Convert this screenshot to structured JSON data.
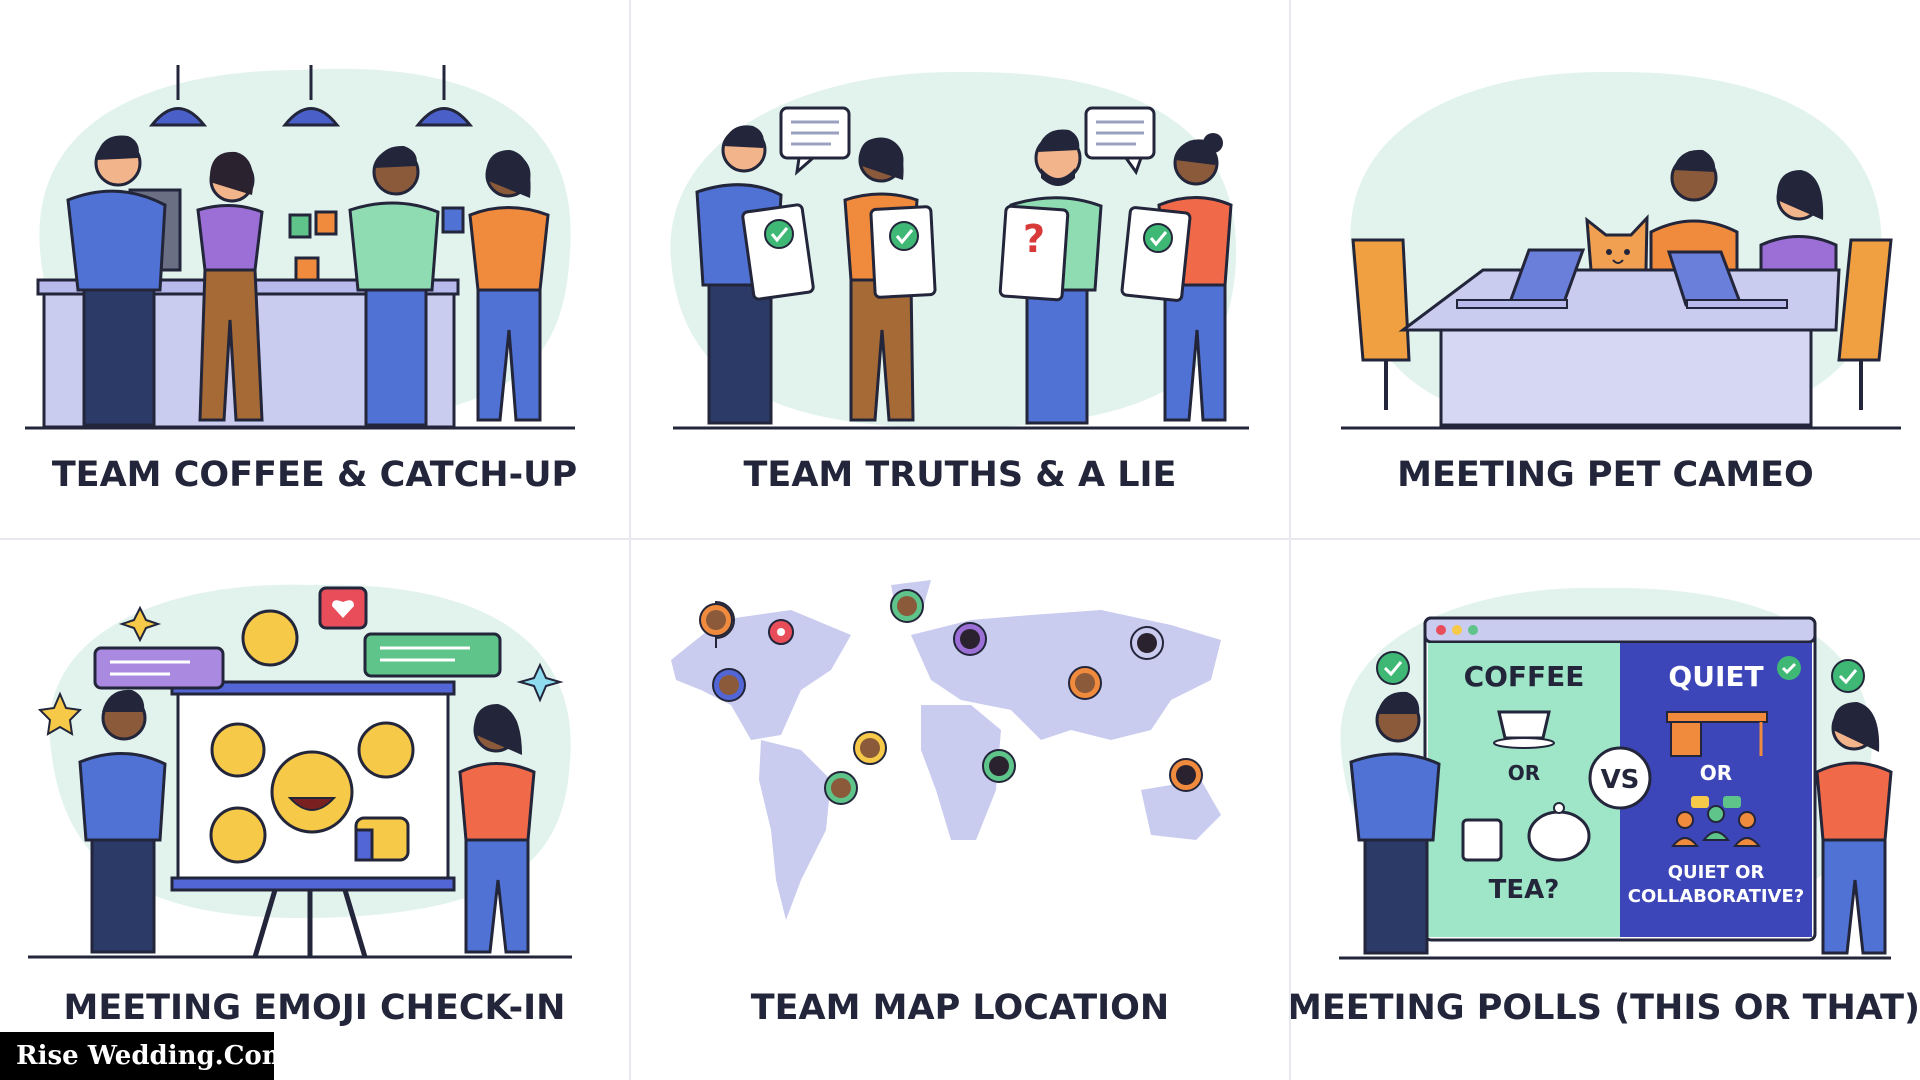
{
  "panels": [
    {
      "caption": "TEAM COFFEE & CATCH-UP"
    },
    {
      "caption": "TEAM TRUTHS & A LIE"
    },
    {
      "caption": "MEETING PET CAMEO"
    },
    {
      "caption": "MEETING EMOJI CHECK-IN"
    },
    {
      "caption": "TEAM MAP LOCATION"
    },
    {
      "caption": "MEETING POLLS (THIS OR THAT)"
    }
  ],
  "poll": {
    "left_top": "COFFEE",
    "left_or": "OR",
    "left_bottom": "TEA?",
    "vs": "VS",
    "right_top": "QUIET",
    "right_or": "OR",
    "right_bottom_1": "QUIET OR",
    "right_bottom_2": "COLLABORATIVE?"
  },
  "truths": {
    "question_mark": "?"
  },
  "watermark": "Rise Wedding.Com",
  "colors": {
    "blob": "#e2f3ee",
    "navy": "#2b3a67",
    "blue_shirt": "#4f72d4",
    "orange": "#f08a3c",
    "purple": "#9b6fd6",
    "green": "#5fc48a",
    "map": "#c9cbef",
    "board_dark": "#3c46b8",
    "board_mint": "#9fe6c8"
  },
  "icons": [
    "pendant-lamp-icon",
    "coffee-mug-icon",
    "speech-bubble-icon",
    "checkmark-icon",
    "question-icon",
    "cat-icon",
    "laptop-icon",
    "emoji-icon",
    "heart-icon",
    "thumbs-up-icon",
    "star-icon",
    "map-pin-icon",
    "teapot-icon",
    "desk-icon",
    "group-icon"
  ]
}
